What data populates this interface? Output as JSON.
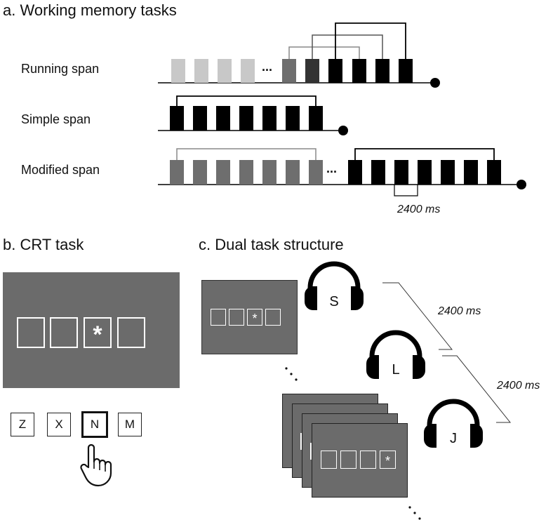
{
  "panel_a": {
    "title": "a. Working memory tasks",
    "rows": {
      "running": "Running span",
      "simple": "Simple span",
      "modified": "Modified span"
    },
    "ellipsis": "...",
    "interval": "2400  ms"
  },
  "panel_b": {
    "title": "b. CRT task",
    "star": "*",
    "keys": [
      "Z",
      "X",
      "N",
      "M"
    ],
    "pressed_key": "N"
  },
  "panel_c": {
    "title": "c. Dual task structure",
    "star": "*",
    "letters": [
      "S",
      "L",
      "J"
    ],
    "interval_1": "2400 ms",
    "interval_2": "2400 ms"
  },
  "colors": {
    "black": "#000000",
    "light_gray": "#c8c8c8",
    "mid_gray": "#6e6e6e",
    "dark_gray": "#333333",
    "screen_gray": "#6b6b6b"
  },
  "icons": [
    "headphones-icon",
    "pointing-hand-icon"
  ]
}
